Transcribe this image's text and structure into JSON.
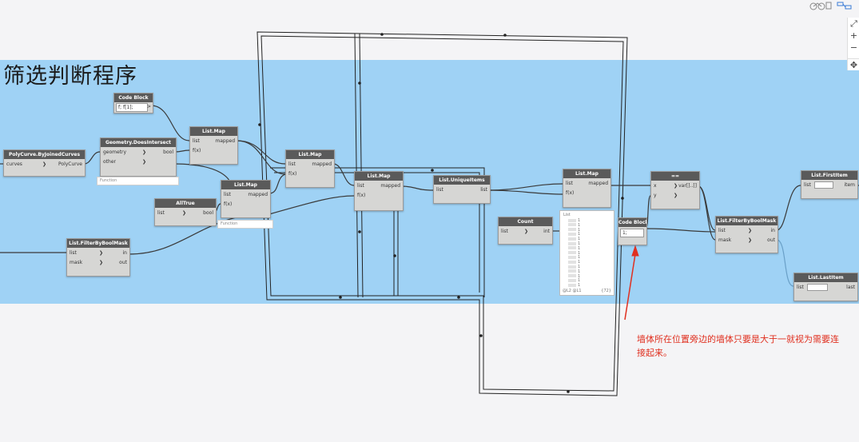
{
  "group": {
    "title": "筛选判断程序",
    "color": "#9fd2f5"
  },
  "annotation": {
    "text": "墙体所在位置旁边的墙体只要是大于一就视为需要连接起来。",
    "color": "#e03020"
  },
  "toolbar": {
    "items": [
      "bicycle-icon",
      "layout-icon"
    ]
  },
  "zoom": {
    "fit": "⤢",
    "in": "+",
    "out": "−",
    "pan": "✥"
  },
  "nodes": {
    "code_block_1": {
      "title": "Code Block",
      "code": "f; f[1];",
      "out": ">"
    },
    "polycurve": {
      "title": "PolyCurve.ByJoinedCurves",
      "in1": "curves",
      "out1": "PolyCurve"
    },
    "does_intersect": {
      "title": "Geometry.DoesIntersect",
      "in1": "geometry",
      "in2": "other",
      "out1": "bool",
      "fn": "Function"
    },
    "list_map_1": {
      "title": "List.Map",
      "in1": "list",
      "in2": "f(x)",
      "out1": "mapped"
    },
    "all_true": {
      "title": "AllTrue",
      "in1": "list",
      "out1": "bool"
    },
    "list_map_2": {
      "title": "List.Map",
      "in1": "list",
      "in2": "f(x)",
      "out1": "mapped",
      "fn": "Function"
    },
    "list_map_3": {
      "title": "List.Map",
      "in1": "list",
      "in2": "f(x)",
      "out1": "mapped"
    },
    "filter_1": {
      "title": "List.FilterByBoolMask",
      "in1": "list",
      "in2": "mask",
      "out1": "in",
      "out2": "out"
    },
    "list_map_4": {
      "title": "List.Map",
      "in1": "list",
      "in2": "f(x)",
      "out1": "mapped"
    },
    "unique_items": {
      "title": "List.UniqueItems",
      "in1": "list",
      "out1": "list"
    },
    "count": {
      "title": "Count",
      "in1": "list",
      "out1": "int"
    },
    "list_map_5": {
      "title": "List.Map",
      "in1": "list",
      "in2": "f(x)",
      "out1": "mapped"
    },
    "code_block_2": {
      "title": "Code Block",
      "code": "1;"
    },
    "equals": {
      "title": "==",
      "in1": "x",
      "in2": "y",
      "out1": "var[]..[]"
    },
    "filter_2": {
      "title": "List.FilterByBoolMask",
      "in1": "list",
      "in2": "mask",
      "out1": "in",
      "out2": "out"
    },
    "first_item": {
      "title": "List.FirstItem",
      "in1": "list",
      "out1": "item"
    },
    "last_item": {
      "title": "List.LastItem",
      "in1": "list",
      "out1": "last"
    }
  },
  "preview": {
    "header": "List",
    "rows": [
      "1",
      "1",
      "1",
      "1",
      "1",
      "1",
      "1",
      "1",
      "1",
      "1",
      "1",
      "1",
      "1",
      "1",
      "1"
    ],
    "footer_left": "@L2 @L1",
    "footer_right": "{72}"
  }
}
